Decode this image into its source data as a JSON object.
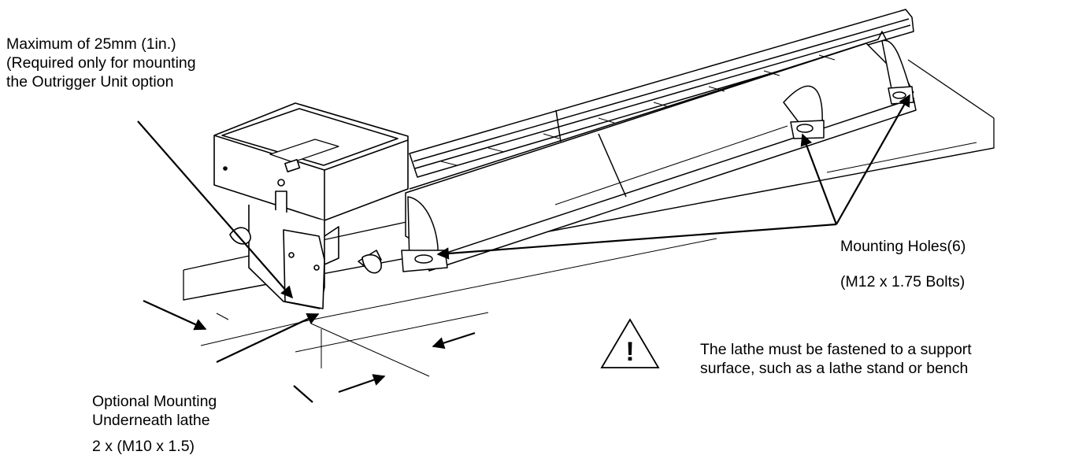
{
  "annotations": {
    "max_height": [
      "Maximum of 25mm (1in.)",
      "(Required only for mounting",
      "the Outrigger Unit option"
    ],
    "mounting_holes": "Mounting Holes(6)",
    "mounting_bolts": "(M12 x 1.75 Bolts)",
    "optional_mounting": [
      "Optional Mounting",
      "Underneath lathe"
    ],
    "optional_bolts": "2 x (M10 x 1.5)",
    "warning_text": [
      "The lathe must be fastened to a support",
      "surface, such as a lathe stand or bench"
    ],
    "warning_symbol": "!"
  },
  "icons": {
    "warning": "warning-triangle-icon"
  },
  "colors": {
    "ink": "#000000",
    "background": "#ffffff"
  }
}
